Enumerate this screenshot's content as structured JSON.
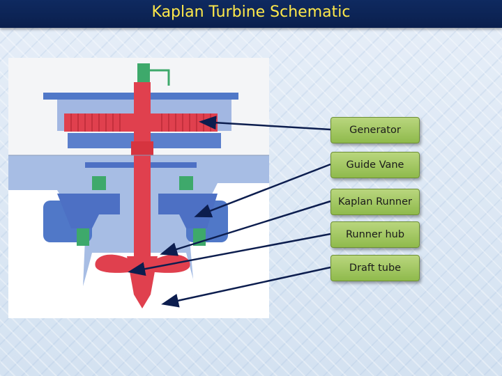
{
  "title": "Kaplan Turbine Schematic",
  "labels": [
    {
      "id": "generator",
      "text": "Generator"
    },
    {
      "id": "guide-vane",
      "text": "Guide Vane"
    },
    {
      "id": "kaplan-runner",
      "text": "Kaplan Runner"
    },
    {
      "id": "runner-hub",
      "text": "Runner hub"
    },
    {
      "id": "draft-tube",
      "text": "Draft tube"
    }
  ],
  "colors": {
    "title_bar": "#0a1f4d",
    "title_text": "#ffe94a",
    "label_fill": "#9cc35a",
    "shaft_red": "#e0404e",
    "structure_blue": "#4a6fc0",
    "concrete": "#ffffff",
    "water_blue": "#9fb6e0",
    "pointer": "#0c1d4e"
  }
}
